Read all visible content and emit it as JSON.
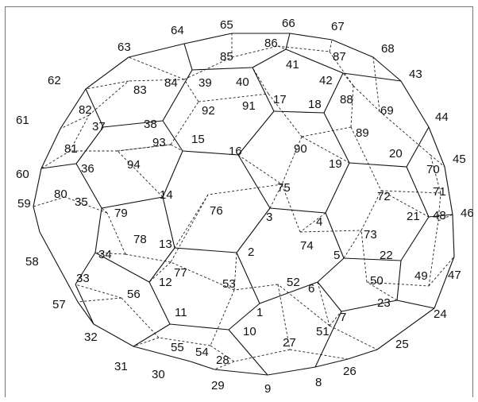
{
  "diagram": {
    "colors": {
      "solid_edge": "#111111",
      "hidden_edge": "#222222",
      "background": "#ffffff"
    },
    "vertex_labels": [
      "1",
      "2",
      "3",
      "4",
      "5",
      "6",
      "7",
      "8",
      "9",
      "10",
      "11",
      "12",
      "13",
      "14",
      "15",
      "16",
      "17",
      "18",
      "19",
      "20",
      "21",
      "22",
      "23",
      "24",
      "25",
      "26",
      "27",
      "28",
      "29",
      "30",
      "31",
      "32",
      "33",
      "34",
      "35",
      "36",
      "37",
      "38",
      "39",
      "40",
      "41",
      "42",
      "43",
      "44",
      "45",
      "46",
      "47",
      "48",
      "49",
      "50",
      "51",
      "52",
      "53",
      "54",
      "55",
      "56",
      "57",
      "58",
      "59",
      "60",
      "61",
      "62",
      "63",
      "64",
      "65",
      "66",
      "67",
      "68",
      "69",
      "70",
      "71",
      "72",
      "73",
      "74",
      "75",
      "76",
      "77",
      "78",
      "79",
      "80",
      "81",
      "82",
      "83",
      "84",
      "85",
      "86",
      "87",
      "88",
      "89",
      "90",
      "91",
      "92",
      "93",
      "94"
    ]
  }
}
